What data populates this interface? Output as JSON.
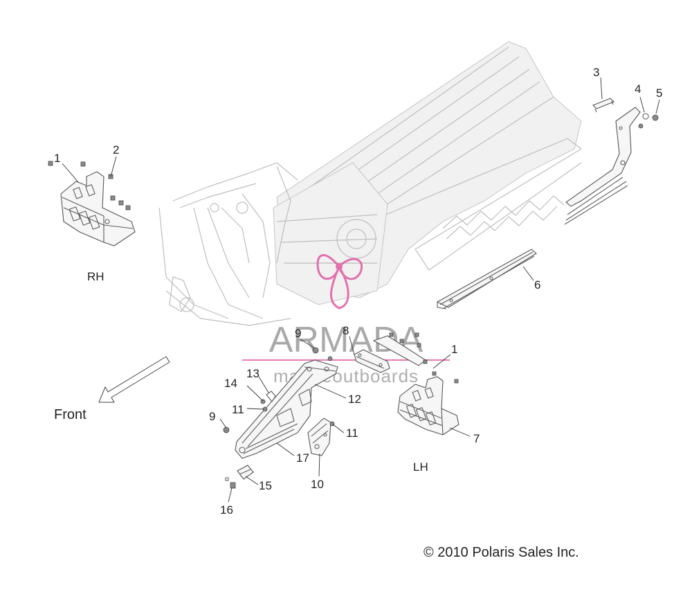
{
  "callouts": {
    "c1_rh": "1",
    "c2": "2",
    "c3": "3",
    "c4": "4",
    "c5": "5",
    "c6": "6",
    "c7": "7",
    "c8": "8",
    "c9_top": "9",
    "c9_left": "9",
    "c10": "10",
    "c11_left": "11",
    "c11_right": "11",
    "c12": "12",
    "c13": "13",
    "c14": "14",
    "c15": "15",
    "c16": "16",
    "c17": "17",
    "c1_lh": "1"
  },
  "labels": {
    "rh": "RH",
    "lh": "LH",
    "front": "Front"
  },
  "copyright": "© 2010 Polaris Sales Inc.",
  "watermark": {
    "brand": "ARMADA",
    "sub": "marineoutboards"
  },
  "colors": {
    "line_art": "#5c5c5c",
    "frame_art": "#bdbdbd",
    "text": "#222222",
    "watermark_grey": "#8d8d8d",
    "watermark_pink": "#e05aa0"
  }
}
